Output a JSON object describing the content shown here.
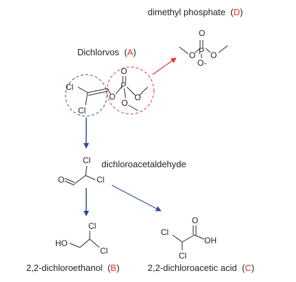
{
  "compounds": {
    "A": {
      "name": "Dichlorvos",
      "letter": "A"
    },
    "B": {
      "name": "2,2-dichloroethanol",
      "letter": "B"
    },
    "C": {
      "name": "2,2-dichloroacetic acid",
      "letter": "C"
    },
    "D": {
      "name": "dimethyl phosphate",
      "letter": "D"
    },
    "intermediate": {
      "name": "dichloroacetaldehyde"
    }
  },
  "atoms": {
    "cl": "Cl",
    "o": "O",
    "p": "P",
    "o_minus": "O-",
    "ho": "HO",
    "oh": "OH"
  },
  "punct": {
    "open": "(",
    "close": ")"
  },
  "colors": {
    "arrow_blue": "#2a4a9a",
    "arrow_red": "#e0322f",
    "circle_blue": "#3a4ea8",
    "circle_red": "#e0322f",
    "letter_red": "#e0322f"
  }
}
